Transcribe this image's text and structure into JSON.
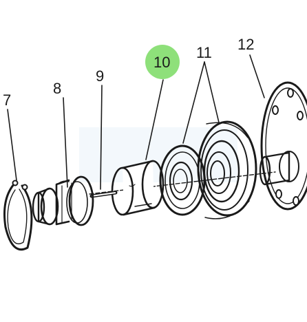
{
  "diagram": {
    "highlight_color": "#8ee07a",
    "ink_color": "#1a1a1a",
    "callouts": {
      "p7": "7",
      "p8": "8",
      "p9": "9",
      "p10": "10",
      "p11": "11",
      "p12": "12"
    },
    "highlighted_part": "10"
  }
}
